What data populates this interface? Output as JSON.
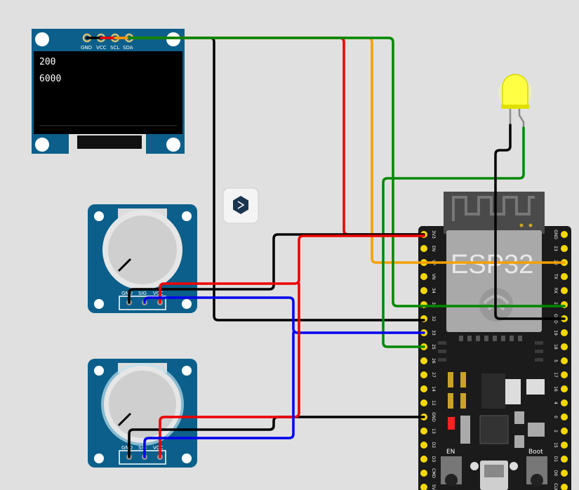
{
  "colors": {
    "background": "#e0e0e0",
    "wire_black": "#000000",
    "wire_red": "#ee0000",
    "wire_orange": "#f5a000",
    "wire_green": "#008800",
    "wire_blue": "#0000ee",
    "board_blue": "#0b5f8a",
    "esp_black": "#1b1b1b",
    "led_yellow": "#ffff44"
  },
  "oled": {
    "pins": [
      "GND",
      "VCC",
      "SCL",
      "SDA"
    ],
    "lines": [
      "200",
      "6000"
    ]
  },
  "pot1": {
    "pins": [
      "GND",
      "SIG",
      "VCC"
    ]
  },
  "pot2": {
    "pins": [
      "GND",
      "SIG",
      "VCC"
    ]
  },
  "esp32": {
    "title": "ESP32",
    "left_pins": [
      "3V3",
      "EN",
      "VP",
      "VN",
      "34",
      "35",
      "32",
      "33",
      "25",
      "26",
      "27",
      "14",
      "12",
      "GND",
      "13",
      "D2",
      "D3",
      "CMD",
      "5V"
    ],
    "right_pins": [
      "GND",
      "23",
      "22",
      "TX",
      "RX",
      "21",
      "GND",
      "19",
      "18",
      "5",
      "17",
      "16",
      "4",
      "0",
      "2",
      "15",
      "D1",
      "D0",
      "CLK"
    ],
    "en_label": "EN",
    "boot_label": "Boot"
  },
  "icons": {
    "wokwi": "wokwi-logo-icon",
    "led": "led-icon"
  }
}
